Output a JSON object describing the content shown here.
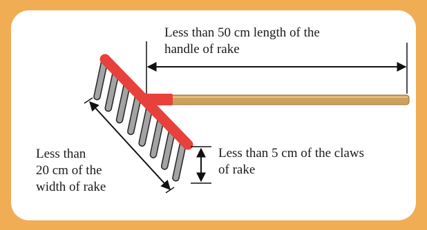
{
  "annotations": {
    "handle_length": "Less than 50 cm length of the\nhandle of rake",
    "claw_length": "Less than 5 cm of the claws\nof rake",
    "rake_width": "Less than\n20 cm of the\nwidth of rake"
  },
  "colors": {
    "border": "#f0ad53",
    "background": "#ffffff",
    "rake_head": "#e8413c",
    "handle": "#cfa05c",
    "claws": "#a3a3a3",
    "claw_outline": "#222222",
    "arrows": "#111111",
    "text": "#1a1a1a"
  }
}
